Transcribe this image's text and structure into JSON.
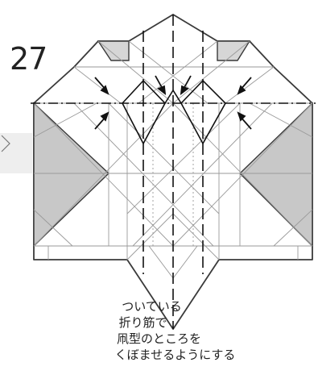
{
  "step_number": "27",
  "caption_lines": [
    "ついている",
    "折り筋で",
    "凧型のところを",
    "くぼませるようにする"
  ],
  "colors": {
    "line": "#3a3a3a",
    "fold_line": "#111111",
    "crease": "#9a9a9a",
    "shade": "#c8c8c8",
    "tint": "#ececec"
  }
}
